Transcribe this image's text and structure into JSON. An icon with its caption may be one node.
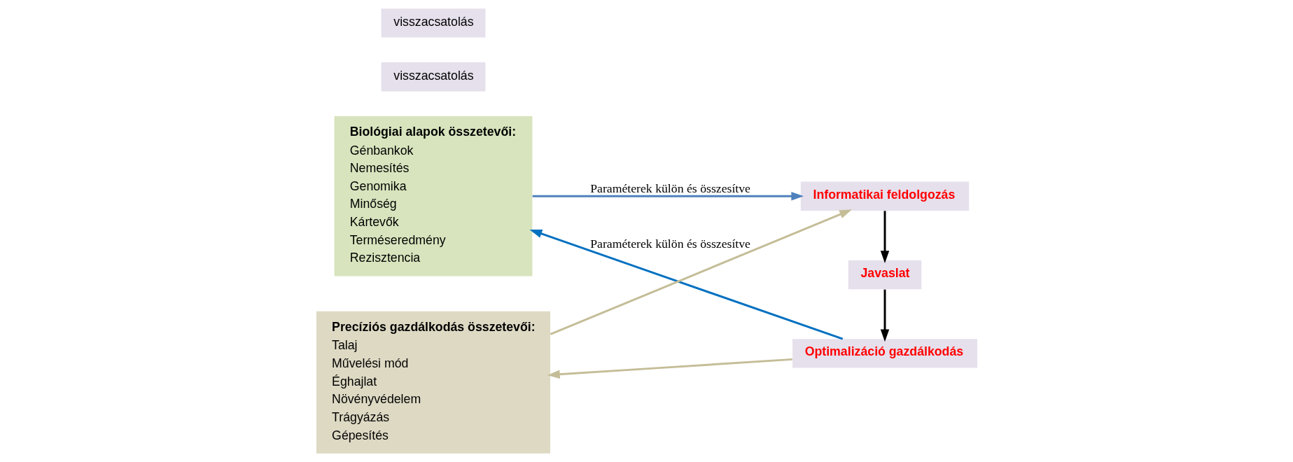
{
  "diagram": {
    "nodes": [
      {
        "text": [
          "Biológiai alapok összetevői:",
          "Génbankok",
          "Nemesítés",
          "Genomika",
          "Minőség",
          "Kártevők",
          "Terméseredmény",
          "Rezisztencia"
        ]
      },
      {
        "text": [
          "Informatikai feldolgozás"
        ]
      },
      {
        "text": [
          "Javaslat"
        ]
      },
      {
        "text": [
          "Optimalizáció gazdálkodás"
        ]
      },
      {
        "text": [
          "Precíziós gazdálkodás összetevői:",
          "Talaj",
          "Művelési mód",
          "Éghajlat",
          "Növényvédelem",
          "Trágyázás",
          "Gépesítés"
        ]
      },
      {
        "text": [
          "visszacsatolás"
        ]
      },
      {
        "text": [
          "visszacsatolás"
        ]
      }
    ],
    "edges": [
      {
        "from": 0,
        "to": 1,
        "arrow": "to",
        "label": "Paraméterek külön és összesítve",
        "color": "#4f81bd"
      },
      {
        "from": 4,
        "to": 1,
        "arrow": "to",
        "label": "Paraméterek külön és összesítve",
        "color": "#c4bd97"
      },
      {
        "from": 1,
        "to": 2,
        "arrow": "to",
        "color": "#000000"
      },
      {
        "from": 2,
        "to": 3,
        "arrow": "to",
        "color": "#000000"
      },
      {
        "from": 3,
        "to": 0,
        "arrow": "to",
        "color": "#0070c0"
      },
      {
        "from": 3,
        "to": 4,
        "arrow": "to",
        "color": "#c4bd97"
      }
    ]
  }
}
